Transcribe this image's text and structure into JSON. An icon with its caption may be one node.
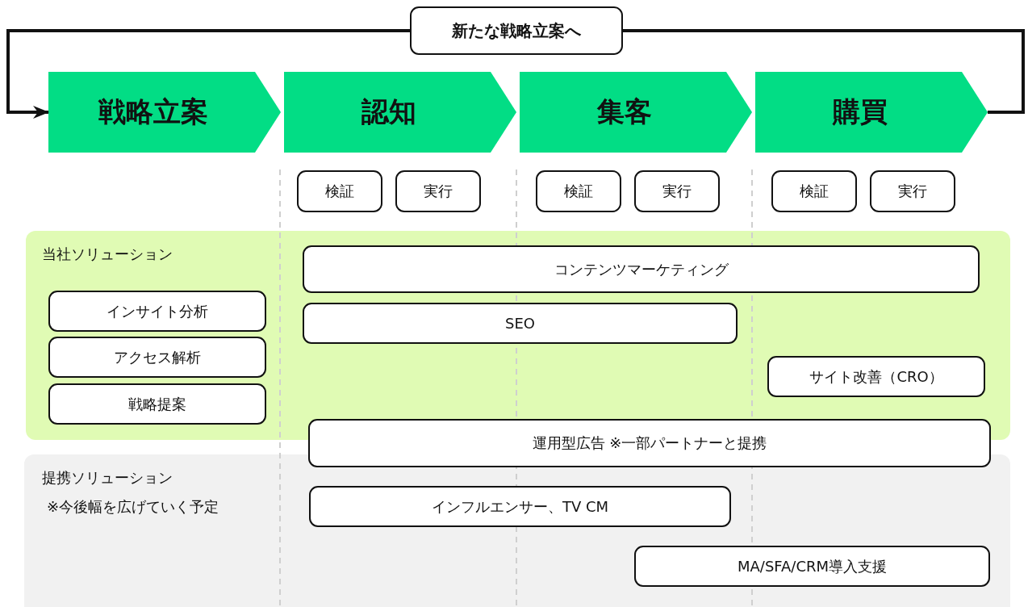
{
  "diagram": {
    "nodes": [
      {
        "text": [
          "戦略立案"
        ]
      },
      {
        "text": [
          "認知"
        ]
      },
      {
        "text": [
          "集客"
        ]
      },
      {
        "text": [
          "購買"
        ]
      },
      {
        "text": [
          "新たな戦略立案へ"
        ]
      },
      {
        "text": [
          "検証"
        ]
      },
      {
        "text": [
          "実行"
        ]
      },
      {
        "text": [
          "検証"
        ]
      },
      {
        "text": [
          "実行"
        ]
      },
      {
        "text": [
          "検証"
        ]
      },
      {
        "text": [
          "実行"
        ]
      },
      {
        "text": [
          "当社ソリューション"
        ]
      },
      {
        "text": [
          "インサイト分析"
        ],
        "in": 11
      },
      {
        "text": [
          "アクセス解析"
        ],
        "in": 11
      },
      {
        "text": [
          "戦略提案"
        ],
        "in": 11
      },
      {
        "text": [
          "コンテンツマーケティング"
        ],
        "in": 11
      },
      {
        "text": [
          "SEO"
        ],
        "in": 11
      },
      {
        "text": [
          "サイト改善（CRO）"
        ],
        "in": 11
      },
      {
        "text": [
          "提携ソリューション",
          "※今後幅を広げていく予定"
        ]
      },
      {
        "text": [
          "運用型広告 ※一部パートナーと提携"
        ]
      },
      {
        "text": [
          "インフルエンサー、TV CM"
        ],
        "in": 18
      },
      {
        "text": [
          "MA/SFA/CRM導入支援"
        ],
        "in": 18
      }
    ],
    "edges": [
      {
        "from": 3,
        "to": 4,
        "arrow": "none"
      },
      {
        "from": 4,
        "to": 0,
        "arrow": "to"
      }
    ]
  }
}
